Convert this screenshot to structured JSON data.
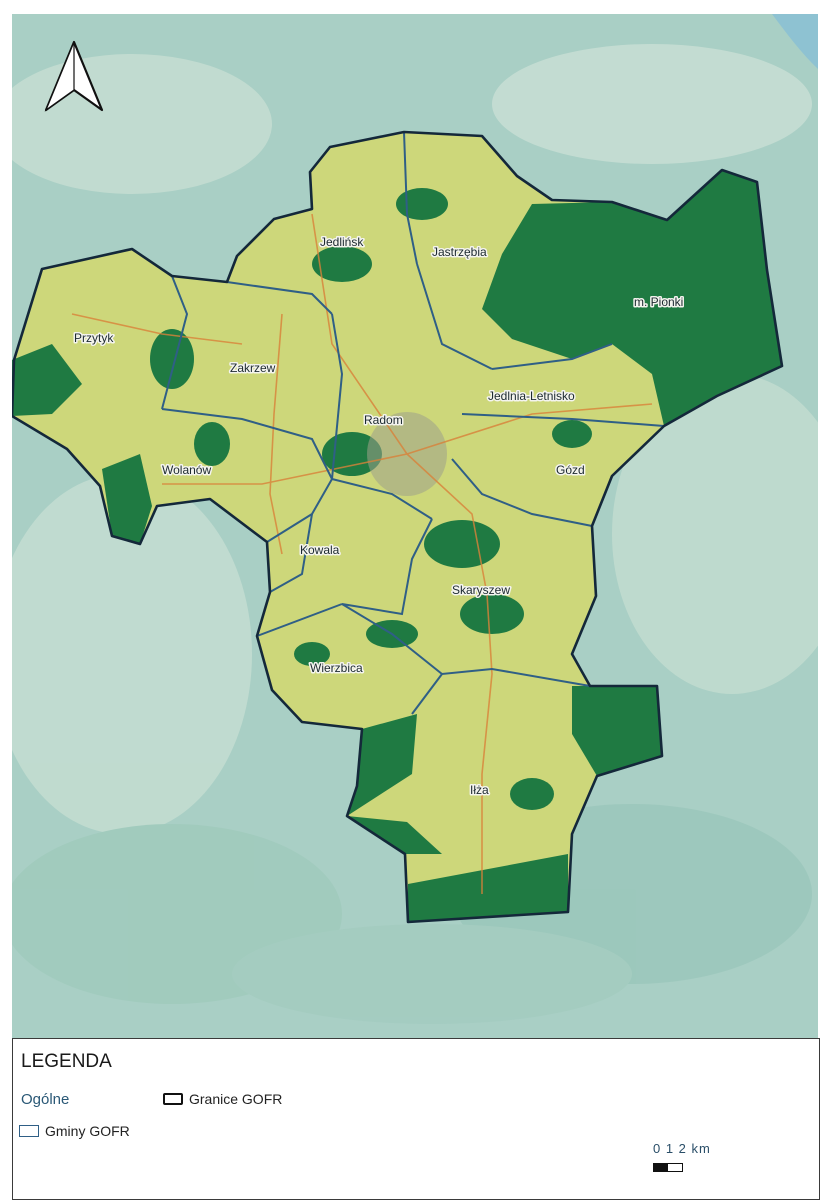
{
  "map": {
    "places": {
      "przytyk": "Przytyk",
      "jedlinsk": "Jedlińsk",
      "jastrzebia": "Jastrzębia",
      "pionki": "m. Pionki",
      "zakrzew": "Zakrzew",
      "jedlnia": "Jedlnia-Letnisko",
      "radom": "Radom",
      "wolanow": "Wolanów",
      "gozd": "Gózd",
      "kowala": "Kowala",
      "skaryszew": "Skaryszew",
      "wierzbica": "Wierzbica",
      "iłza": "Iłża"
    },
    "colors": {
      "background": "#a9cfc5",
      "region_fill": "#cdd77a",
      "forest": "#1f7a42",
      "gmina_border": "#2f5f86",
      "gofr_border": "#14283a"
    },
    "north_arrow": "north-arrow-icon"
  },
  "legend": {
    "title": "LEGENDA",
    "group_label": "Ogólne",
    "gofr_label": "Granice GOFR",
    "gminy_label": "Gminy GOFR",
    "scale_label": "0 1 2 km"
  }
}
